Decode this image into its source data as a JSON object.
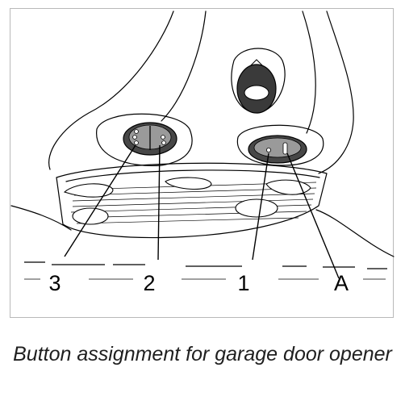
{
  "figure": {
    "callouts": {
      "button_3": "3",
      "button_2": "2",
      "button_1": "1",
      "button_a": "A"
    }
  },
  "caption": "Button assignment for garage door opener"
}
